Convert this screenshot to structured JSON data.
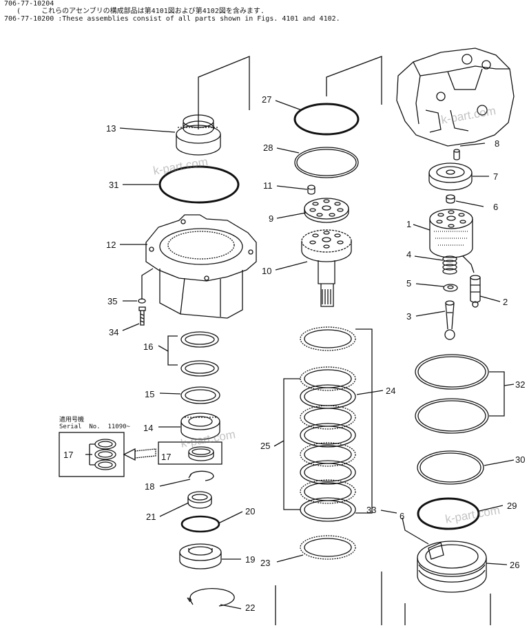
{
  "header": {
    "line1": "706-77-10204",
    "line2": "   (     これらのアセンブリの構成部品は第4101図および第4102図を含みます.",
    "line3": "706-77-10200 :These assemblies consist of all parts shown in Figs. 4101 and 4102."
  },
  "serial_box": {
    "jp": "適用号機",
    "en": "Serial  No.  11090~"
  },
  "watermark": "k-part.com",
  "labels": [
    {
      "key": "l13",
      "text": "13"
    },
    {
      "key": "l31",
      "text": "31"
    },
    {
      "key": "l12",
      "text": "12"
    },
    {
      "key": "l35",
      "text": "35"
    },
    {
      "key": "l34",
      "text": "34"
    },
    {
      "key": "l16",
      "text": "16"
    },
    {
      "key": "l15",
      "text": "15"
    },
    {
      "key": "l14",
      "text": "14"
    },
    {
      "key": "l17a",
      "text": "17"
    },
    {
      "key": "l17b",
      "text": "17"
    },
    {
      "key": "l18",
      "text": "18"
    },
    {
      "key": "l21",
      "text": "21"
    },
    {
      "key": "l20",
      "text": "20"
    },
    {
      "key": "l19",
      "text": "19"
    },
    {
      "key": "l22",
      "text": "22"
    },
    {
      "key": "l27",
      "text": "27"
    },
    {
      "key": "l28",
      "text": "28"
    },
    {
      "key": "l11",
      "text": "11"
    },
    {
      "key": "l9",
      "text": "9"
    },
    {
      "key": "l10",
      "text": "10"
    },
    {
      "key": "l24",
      "text": "24"
    },
    {
      "key": "l25",
      "text": "25"
    },
    {
      "key": "l23",
      "text": "23"
    },
    {
      "key": "l8",
      "text": "8"
    },
    {
      "key": "l7",
      "text": "7"
    },
    {
      "key": "l6",
      "text": "6"
    },
    {
      "key": "l1",
      "text": "1"
    },
    {
      "key": "l4",
      "text": "4"
    },
    {
      "key": "l5",
      "text": "5"
    },
    {
      "key": "l2",
      "text": "2"
    },
    {
      "key": "l3",
      "text": "3"
    },
    {
      "key": "l32",
      "text": "32"
    },
    {
      "key": "l30",
      "text": "30"
    },
    {
      "key": "l29",
      "text": "29"
    },
    {
      "key": "l33",
      "text": "33"
    },
    {
      "key": "l6b",
      "text": "6"
    },
    {
      "key": "l26",
      "text": "26"
    }
  ]
}
